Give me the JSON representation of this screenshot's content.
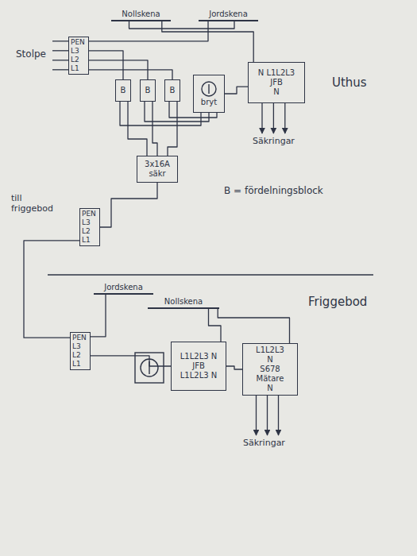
{
  "diagram": {
    "nodes": [
      {
        "text": [
          "Nollskena"
        ]
      },
      {
        "text": [
          "Jordskena"
        ]
      },
      {
        "text": [
          "PEN",
          "L3",
          "L2",
          "L1"
        ]
      },
      {
        "text": [
          "B"
        ]
      },
      {
        "text": [
          "B"
        ]
      },
      {
        "text": [
          "B"
        ]
      },
      {
        "text": [
          "bryt"
        ]
      },
      {
        "text": [
          "N L1L2L3",
          "JFB",
          "N"
        ]
      },
      {
        "text": [
          "3x16A",
          "säkr"
        ]
      },
      {
        "text": [
          "PEN",
          "L3",
          "L2",
          "L1"
        ]
      },
      {
        "text": [
          "Jordskena"
        ]
      },
      {
        "text": [
          "Nollskena"
        ]
      },
      {
        "text": [
          "PEN",
          "L3",
          "L2",
          "L1"
        ]
      },
      {
        "text": [
          "L1L2L3 N",
          "JFB",
          "L1L2L3 N"
        ]
      },
      {
        "text": [
          "L1L2L3",
          "N",
          "S678",
          "Mätare",
          "N"
        ]
      }
    ],
    "edges": [
      {
        "from": 2,
        "to": 1,
        "arrow": "none"
      },
      {
        "from": 2,
        "to": 3,
        "arrow": "none"
      },
      {
        "from": 2,
        "to": 4,
        "arrow": "none"
      },
      {
        "from": 2,
        "to": 5,
        "arrow": "none"
      },
      {
        "from": 3,
        "to": 6,
        "arrow": "none"
      },
      {
        "from": 4,
        "to": 6,
        "arrow": "none"
      },
      {
        "from": 5,
        "to": 6,
        "arrow": "none"
      },
      {
        "from": 6,
        "to": 7,
        "arrow": "none"
      },
      {
        "from": 0,
        "to": 7,
        "arrow": "none"
      },
      {
        "from": 1,
        "to": 0,
        "arrow": "none"
      },
      {
        "from": 3,
        "to": 8,
        "arrow": "none"
      },
      {
        "from": 4,
        "to": 8,
        "arrow": "none"
      },
      {
        "from": 5,
        "to": 8,
        "arrow": "none"
      },
      {
        "from": 8,
        "to": 9,
        "arrow": "none"
      },
      {
        "from": 9,
        "to": 12,
        "arrow": "none"
      },
      {
        "from": 12,
        "to": 10,
        "arrow": "none"
      },
      {
        "from": 12,
        "to": 13,
        "arrow": "none"
      },
      {
        "from": 11,
        "to": 13,
        "arrow": "none"
      },
      {
        "from": 11,
        "to": 14,
        "arrow": "none"
      },
      {
        "from": 13,
        "to": 14,
        "arrow": "none"
      }
    ],
    "labels": [
      "Stolpe",
      "Uthus",
      "Säkringar",
      "B = fördelningsblock",
      "till friggebod",
      "Friggebod",
      "Säkringar"
    ]
  }
}
